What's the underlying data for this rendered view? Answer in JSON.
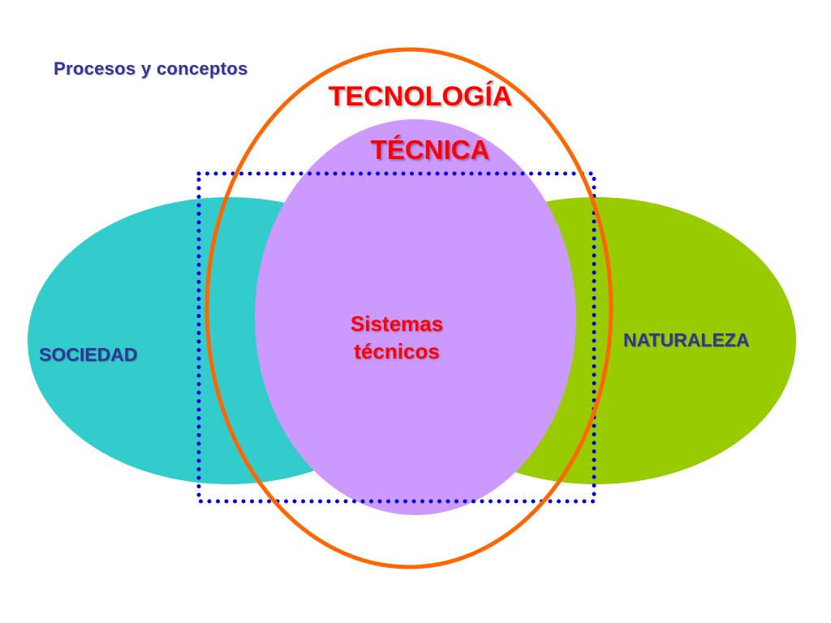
{
  "subtitle": "Procesos y conceptos",
  "tecnologia": "TECNOLOGÍA",
  "tecnica": "TÉCNICA",
  "sistemas": {
    "line1": "Sistemas",
    "line2": "técnicos"
  },
  "sociedad": "SOCIEDAD",
  "naturaleza": "NATURALEZA",
  "colors": {
    "sociedad_fill": "#33cccc",
    "naturaleza_fill": "#99cc00",
    "tecnica_fill": "#cc99ff",
    "tecnologia_stroke": "#ff6600",
    "frame_stroke": "#0000dd",
    "red_text": "#ff0000",
    "navy_text": "#333399"
  }
}
